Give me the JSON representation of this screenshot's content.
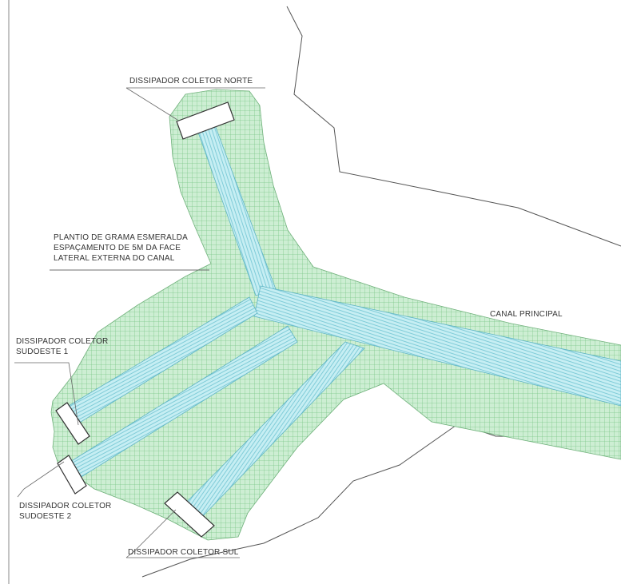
{
  "labels": {
    "north": "DISSIPADOR COLETOR NORTE",
    "planting_line1": "PLANTIO DE GRAMA ESMERALDA",
    "planting_line2": "ESPAÇAMENTO DE 5M DA FACE",
    "planting_line3": "LATERAL EXTERNA DO CANAL",
    "main_channel": "CANAL PRINCIPAL",
    "southwest1_line1": "DISSIPADOR COLETOR",
    "southwest1_line2": "SUDOESTE 1",
    "southwest2_line1": "DISSIPADOR COLETOR",
    "southwest2_line2": "SUDOESTE 2",
    "south": "DISSIPADOR COLETOR SUL"
  },
  "colors": {
    "grass_fill": "#cdeed3",
    "grass_grid": "#7ec98a",
    "channel_fill": "#c6eef3",
    "channel_hatch": "#6fc4d2",
    "outline": "#444444",
    "dissipator_fill": "#ffffff"
  }
}
